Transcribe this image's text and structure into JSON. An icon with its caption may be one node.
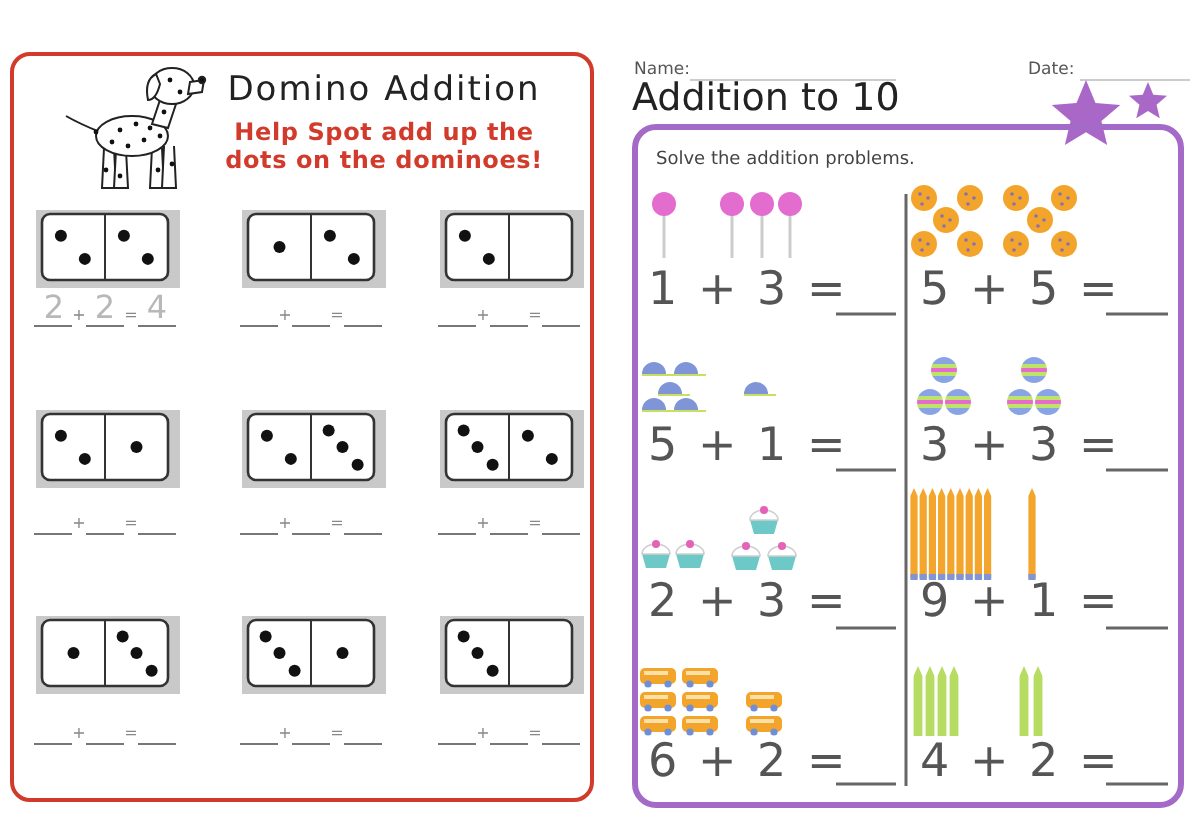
{
  "diagram": {
    "nodes": [
      {
        "text": [
          "Domino Addition",
          "Help Spot add up the dots on the dominoes!"
        ]
      },
      {
        "text": [
          "Addition to 10",
          "Solve the addition problems."
        ]
      }
    ],
    "labels": [
      "2",
      "+",
      "2",
      "=",
      "4",
      "+",
      "=",
      "+",
      "=",
      "+",
      "=",
      "+",
      "=",
      "+",
      "=",
      "+",
      "=",
      "+",
      "=",
      "+",
      "=",
      "Name:",
      "Date:",
      "1 + 3 =",
      "5 + 5 =",
      "5 + 1 =",
      "3 + 3 =",
      "2 + 3 =",
      "9 + 1 =",
      "6 + 2 =",
      "4 + 2 ="
    ]
  }
}
